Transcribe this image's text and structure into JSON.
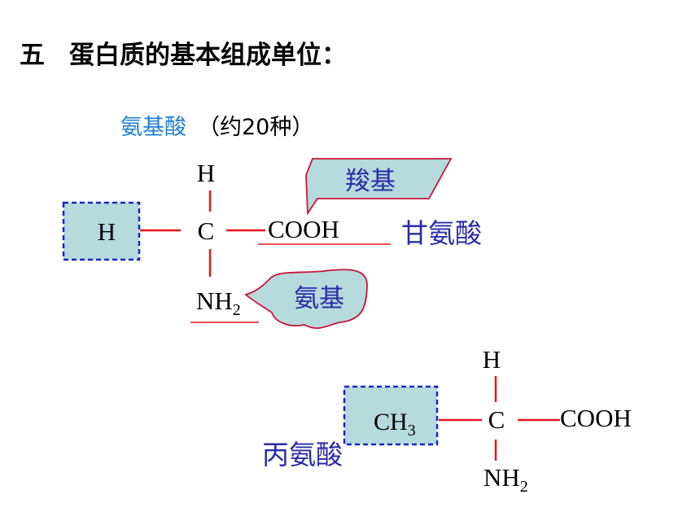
{
  "title": {
    "number": "五",
    "text": "蛋白质的基本组成单位："
  },
  "subtitle": {
    "name": "氨基酸",
    "note": "（约20种）"
  },
  "glycine": {
    "h_top": "H",
    "r_group": "H",
    "c": "C",
    "cooh": "COOH",
    "nh": "NH",
    "nh_sub": "2",
    "name": "甘氨酸",
    "carboxyl_callout": "羧基",
    "amino_callout": "氨基"
  },
  "alanine": {
    "h_top": "H",
    "r_group": "CH",
    "r_sub": "3",
    "c": "C",
    "cooh": "COOH",
    "nh": "NH",
    "nh_sub": "2",
    "name": "丙氨酸"
  },
  "colors": {
    "bond": "#E8141C",
    "box_fill": "#B7DADC",
    "box_border": "#1428C8",
    "name_blue": "#2B2BA8",
    "callout_border": "#C8143C"
  }
}
